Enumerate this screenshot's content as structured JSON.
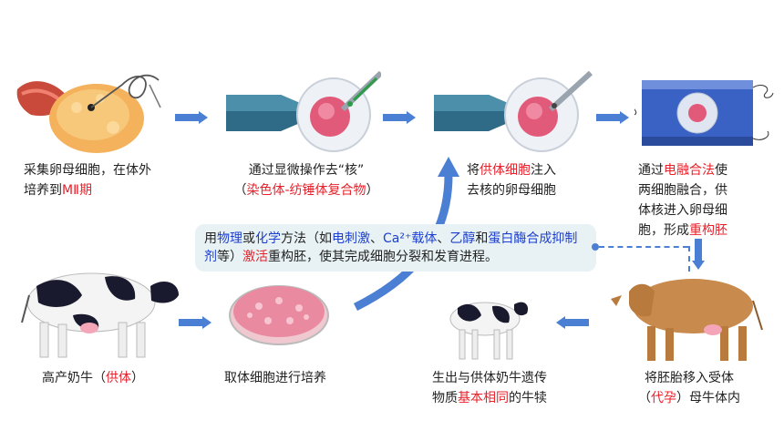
{
  "steps": {
    "s1": [
      "采集卵母细胞，在体外",
      "培养到",
      "MⅡ期"
    ],
    "s2": [
      "通过显微操作去“核”",
      "（",
      "染色体-纺锤体复合物",
      "）"
    ],
    "s3": [
      "将",
      "供体细胞",
      "注入",
      "去核的卵母细胞"
    ],
    "s4": [
      "通过",
      "电融合法",
      "使",
      "两细胞融合，供",
      "体核进入卵母细",
      "胞，形成",
      "重构胚"
    ],
    "s5": [
      "高产奶牛（",
      "供体",
      "）"
    ],
    "s6": [
      "取体细胞进行培养"
    ],
    "s7": [
      "生出与供体奶牛遗传",
      "物质",
      "基本相同",
      "的牛犊"
    ],
    "s8": [
      "将胚胎移入受体",
      "（",
      "代孕",
      "）母牛体内"
    ]
  },
  "note": {
    "parts": [
      "用",
      "物理",
      "或",
      "化学",
      "方法（如",
      "电刺激",
      "、",
      "Ca²⁺载体",
      "、",
      "乙醇",
      "和",
      "蛋白酶合成抑制剂",
      "等）",
      "激活",
      "重构胚，使其完成细胞分裂和发育进程。"
    ]
  },
  "colors": {
    "arrow": "#4a7fd4",
    "red": "#e8202a",
    "blue": "#1d3fd0",
    "note_bg": "#e8f2f4"
  }
}
